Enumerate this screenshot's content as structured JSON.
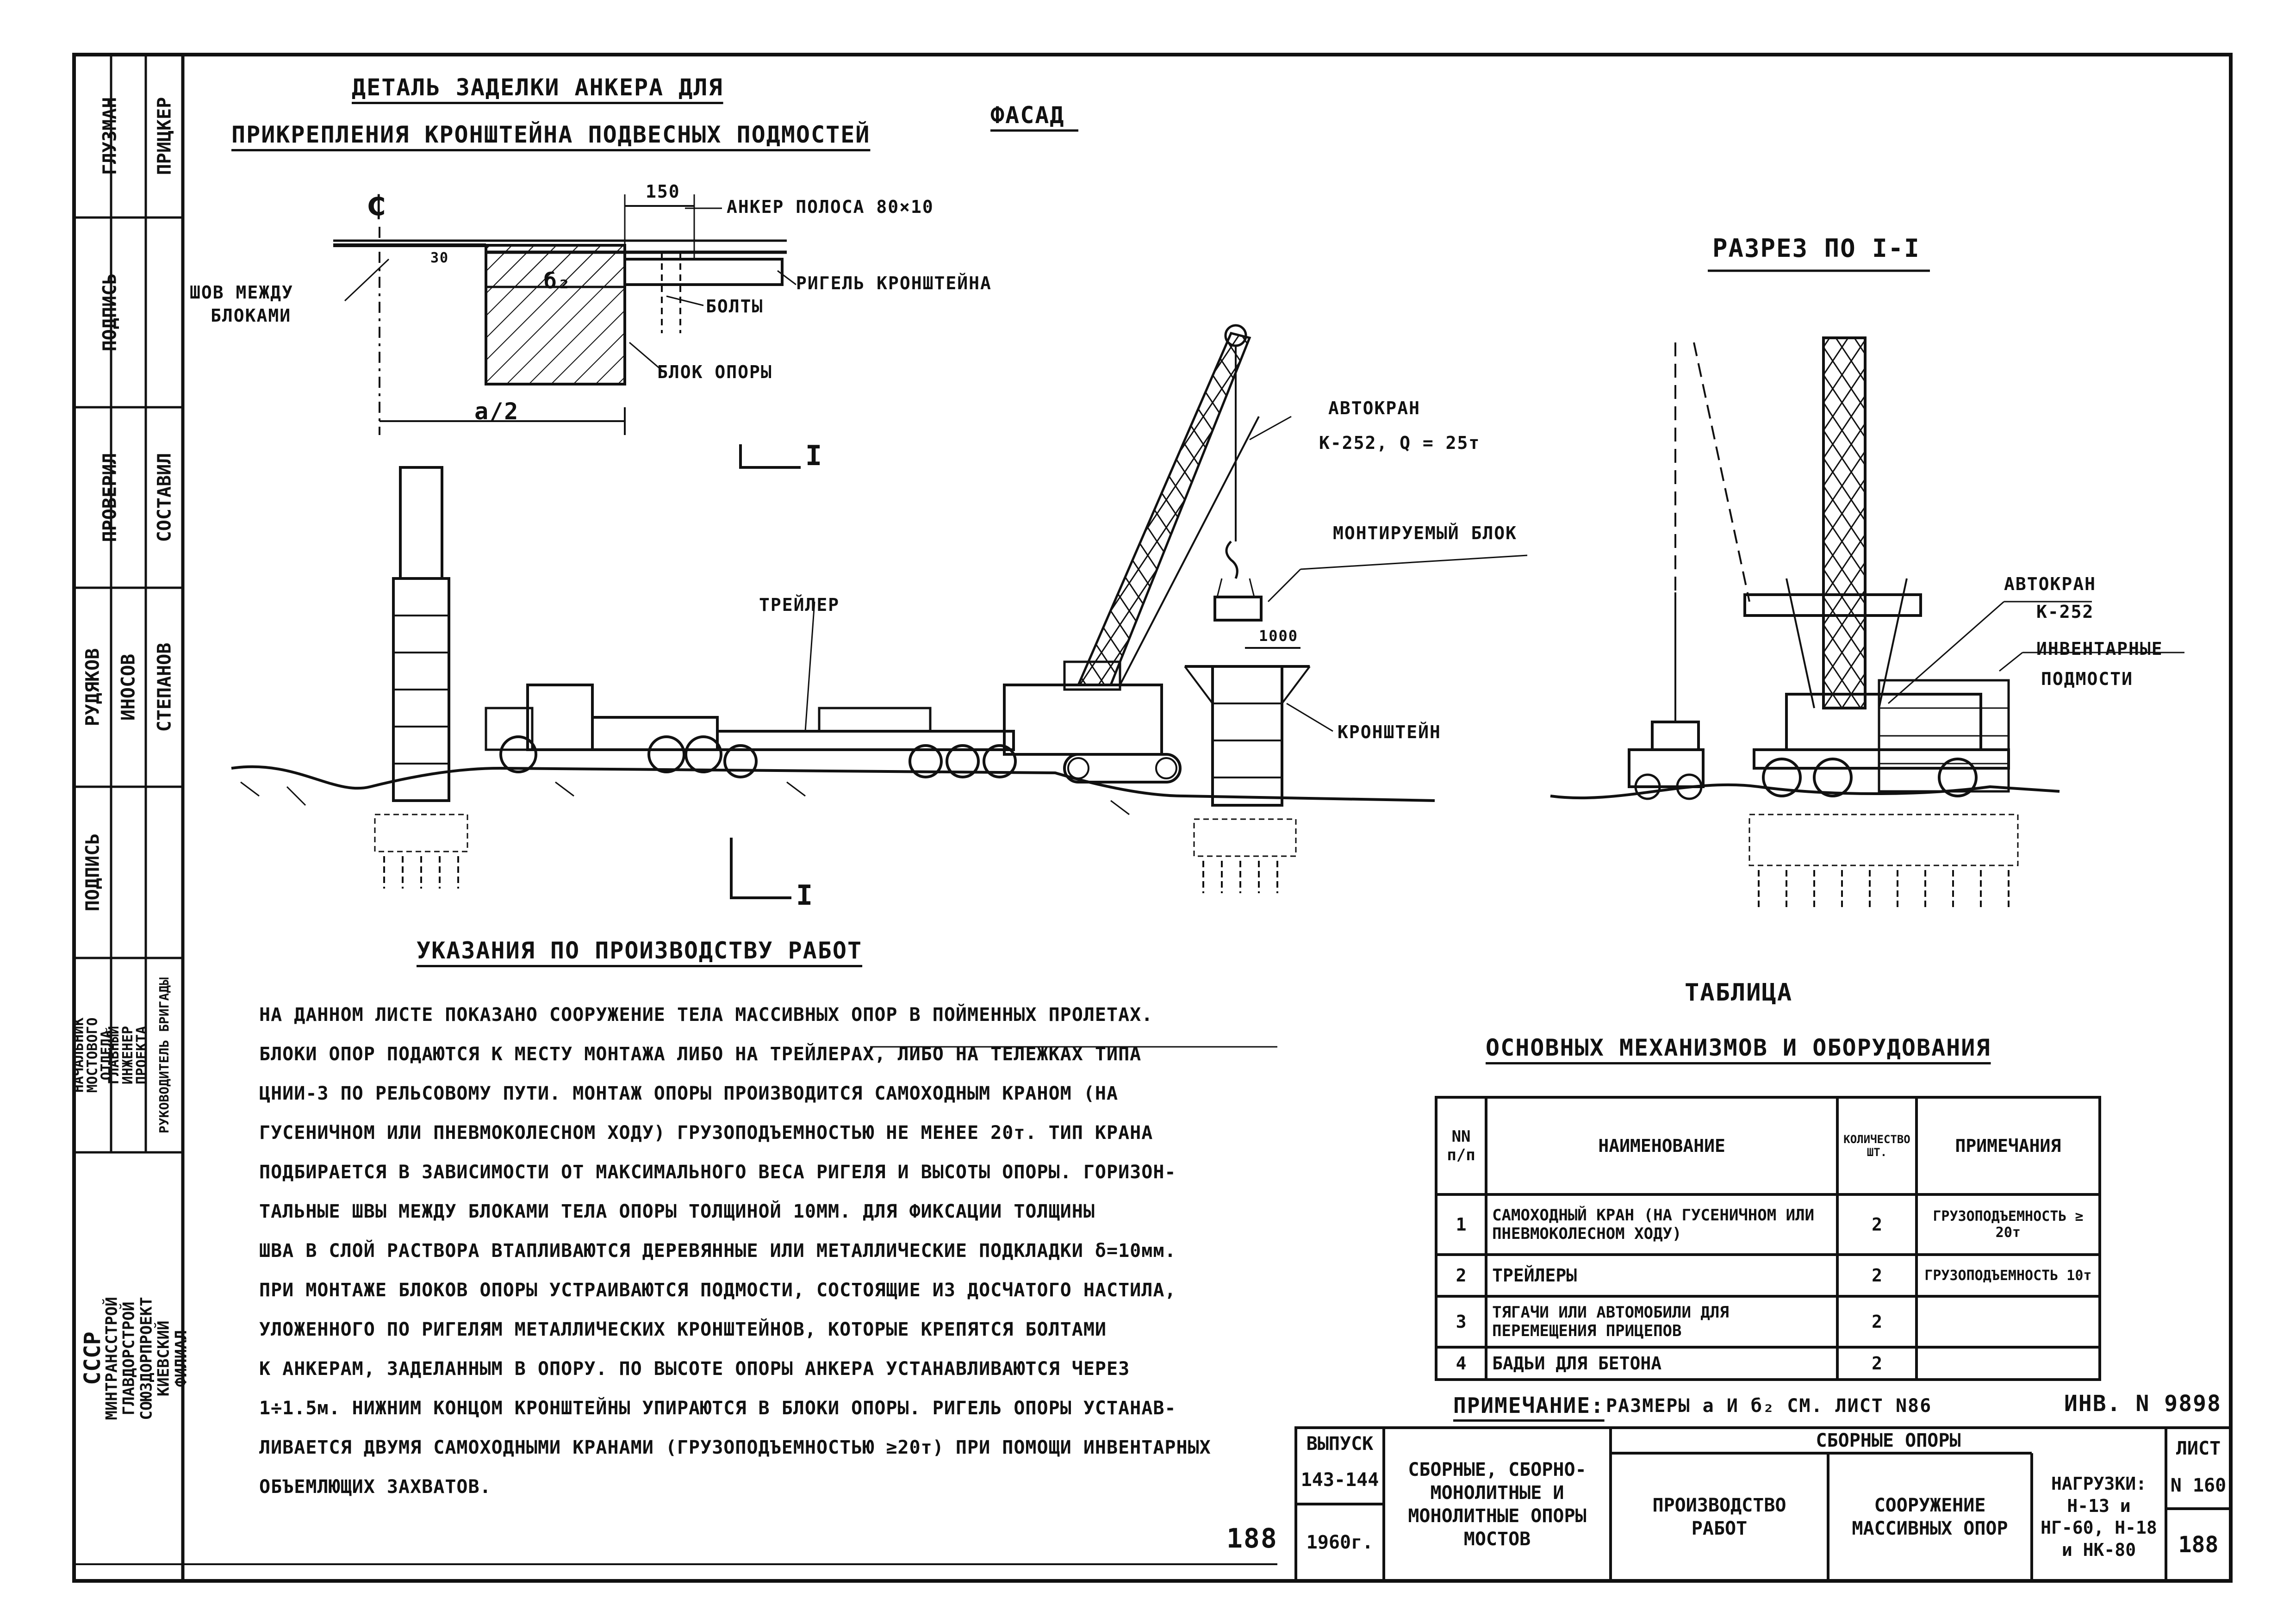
{
  "detail_title_line1": "ДЕТАЛЬ ЗАДЕЛКИ АНКЕРА ДЛЯ",
  "detail_title_line2": "ПРИКРЕПЛЕНИЯ КРОНШТЕЙНА ПОДВЕСНЫХ ПОДМОСТЕЙ",
  "facade_title": "ФАСАД",
  "section_title": "РАЗРЕЗ ПО I-I",
  "detail_labels": {
    "centerline": "₵",
    "dim_150": "150",
    "dim_30": "30",
    "anchor": "АНКЕР ПОЛОСА 80×10",
    "seam": "ШОВ МЕЖДУ",
    "seam2": "БЛОКАМИ",
    "b2": "б₂",
    "girder": "РИГЕЛЬ КРОНШТЕЙНА",
    "bolts": "БОЛТЫ",
    "block": "БЛОК ОПОРЫ",
    "half_a": "a/2"
  },
  "facade_labels": {
    "section_mark": "I",
    "crane": "АВТОКРАН",
    "crane_spec": "К-252, Q = 25т",
    "block": "МОНТИРУЕМЫЙ БЛОК",
    "trailer": "ТРЕЙЛЕР",
    "dim_1000": "1000",
    "bracket": "КРОНШТЕЙН"
  },
  "section_labels": {
    "crane": "АВТОКРАН",
    "crane_model": "К-252",
    "scaffold": "ИНВЕНТАРНЫЕ",
    "scaffold2": "ПОДМОСТИ"
  },
  "instructions_title": "УКАЗАНИЯ ПО ПРОИЗВОДСТВУ РАБОТ",
  "instructions": [
    "НА ДАННОМ ЛИСТЕ ПОКАЗАНО СООРУЖЕНИЕ ТЕЛА МАССИВНЫХ ОПОР В ПОЙМЕННЫХ ПРОЛЕТАХ.",
    "БЛОКИ ОПОР ПОДАЮТСЯ К МЕСТУ МОНТАЖА ЛИБО НА ТРЕЙЛЕРАХ, ЛИБО НА ТЕЛЕЖКАХ ТИПА",
    "ЦНИИ-3 ПО РЕЛЬСОВОМУ ПУТИ. МОНТАЖ ОПОРЫ ПРОИЗВОДИТСЯ САМОХОДНЫМ КРАНОМ (НА",
    "ГУСЕНИЧНОМ ИЛИ ПНЕВМОКОЛЕСНОМ ХОДУ) ГРУЗОПОДЪЕМНОСТЬЮ НЕ МЕНЕЕ 20т. ТИП КРАНА",
    "ПОДБИРАЕТСЯ В ЗАВИСИМОСТИ ОТ МАКСИМАЛЬНОГО ВЕСА РИГЕЛЯ И ВЫСОТЫ ОПОРЫ. ГОРИЗОН-",
    "ТАЛЬНЫЕ ШВЫ МЕЖДУ БЛОКАМИ ТЕЛА ОПОРЫ ТОЛЩИНОЙ 10ММ. ДЛЯ ФИКСАЦИИ ТОЛЩИНЫ",
    "ШВА В СЛОЙ РАСТВОРА ВТАПЛИВАЮТСЯ ДЕРЕВЯННЫЕ ИЛИ МЕТАЛЛИЧЕСКИЕ ПОДКЛАДКИ δ=10мм.",
    "ПРИ МОНТАЖЕ БЛОКОВ ОПОРЫ УСТРАИВАЮТСЯ ПОДМОСТИ, СОСТОЯЩИЕ ИЗ ДОСЧАТОГО НАСТИЛА,",
    "УЛОЖЕННОГО ПО РИГЕЛЯМ МЕТАЛЛИЧЕСКИХ КРОНШТЕЙНОВ, КОТОРЫЕ КРЕПЯТСЯ БОЛТАМИ",
    "К АНКЕРАМ, ЗАДЕЛАННЫМ В ОПОРУ. ПО ВЫСОТЕ ОПОРЫ АНКЕРА УСТАНАВЛИВАЮТСЯ ЧЕРЕЗ",
    "1÷1.5м. НИЖНИМ КОНЦОМ КРОНШТЕЙНЫ УПИРАЮТСЯ В БЛОКИ ОПОРЫ. РИГЕЛЬ ОПОРЫ УСТАНАВ-",
    "ЛИВАЕТСЯ ДВУМЯ САМОХОДНЫМИ КРАНАМИ (ГРУЗОПОДЪЕМНОСТЬЮ ≥20т) ПРИ ПОМОЩИ ИНВЕНТАРНЫХ",
    "ОБЪЕМЛЮЩИХ ЗАХВАТОВ."
  ],
  "table_title": "ТАБЛИЦА",
  "table_subtitle": "ОСНОВНЫХ МЕХАНИЗМОВ И ОБОРУДОВАНИЯ",
  "table": {
    "headers": {
      "num": "NN п/п",
      "name": "НАИМЕНОВАНИЕ",
      "qty": "КОЛИЧЕСТВО ШТ.",
      "note": "ПРИМЕЧАНИЯ"
    },
    "rows": [
      {
        "num": "1",
        "name": "САМОХОДНЫЙ КРАН (НА ГУСЕНИЧНОМ ИЛИ ПНЕВМОКОЛЕСНОМ ХОДУ)",
        "qty": "2",
        "note": "ГРУЗОПОДЪЕМНОСТЬ ≥ 20т"
      },
      {
        "num": "2",
        "name": "ТРЕЙЛЕРЫ",
        "qty": "2",
        "note": "ГРУЗОПОДЪЕМНОСТЬ 10т"
      },
      {
        "num": "3",
        "name": "ТЯГАЧИ ИЛИ АВТОМОБИЛИ ДЛЯ ПЕРЕМЕЩЕНИЯ ПРИЦЕПОВ",
        "qty": "2",
        "note": ""
      },
      {
        "num": "4",
        "name": "БАДЬИ ДЛЯ БЕТОНА",
        "qty": "2",
        "note": ""
      }
    ]
  },
  "note_label": "ПРИМЕЧАНИЕ:",
  "note_text": "РАЗМЕРЫ a И б₂ СМ. ЛИСТ N86",
  "inventory": "ИНВ. N 9898",
  "page_number_left": "188",
  "stamp": {
    "issue_label": "ВЫПУСК",
    "issue_value": "143-144",
    "year": "1960г.",
    "series": "СБОРНЫЕ, СБОРНО-МОНОЛИТНЫЕ И МОНОЛИТНЫЕ ОПОРЫ МОСТОВ",
    "group": "СБОРНЫЕ ОПОРЫ",
    "work": "ПРОИЗВОДСТВО РАБОТ",
    "subject": "СООРУЖЕНИЕ МАССИВНЫХ ОПОР",
    "loads": "НАГРУЗКИ: Н-13 и НГ-60, Н-18 и НК-80",
    "sheet_label": "ЛИСТ",
    "sheet_value": "N 160",
    "page": "188"
  },
  "side_strip": {
    "org1": "СССР",
    "org2": "МИНТРАНССТРОЙ ГЛАВДОРСТРОЙ СОЮЗДОРПРОЕКТ КИЕВСКИЙ ФИЛИАЛ",
    "roles": [
      "НАЧАЛЬНИК МОСТОВОГО ОТДЕЛА",
      "ГЛАВНЫЙ ИНЖЕНЕР ПРОЕКТА",
      "РУКОВОДИТЕЛЬ БРИГАДЫ"
    ],
    "sign_label": "ПОДПИСЬ",
    "names": [
      "РУДЯКОВ",
      "ИНОСОВ",
      "СТЕПАНОВ"
    ],
    "checked_label": "ПРОВЕРИЛ",
    "made_label": "СОСТАВИЛ",
    "sign_label2": "ПОДПИСЬ",
    "names2": [
      "ГЛУЗМАН",
      "ПРИЦКЕР"
    ]
  }
}
